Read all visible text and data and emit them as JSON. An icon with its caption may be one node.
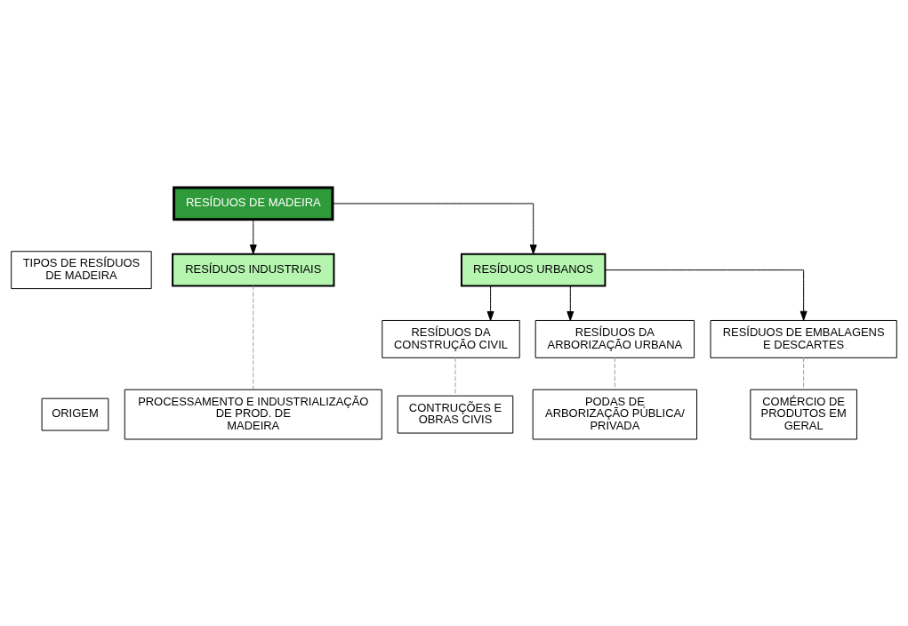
{
  "diagram": {
    "nodes": [
      {
        "text": [
          "RESÍDUOS DE MADEIRA"
        ]
      },
      {
        "text": [
          "TIPOS DE RESÍDUOS DE MADEIRA"
        ]
      },
      {
        "text": [
          "ORIGEM"
        ]
      },
      {
        "text": [
          "RESÍDUOS INDUSTRIAIS"
        ]
      },
      {
        "text": [
          "RESÍDUOS URBANOS"
        ]
      },
      {
        "text": [
          "RESÍDUOS DA CONSTRUÇÃO CIVIL"
        ]
      },
      {
        "text": [
          "RESÍDUOS DA ARBORIZAÇÃO URBANA"
        ]
      },
      {
        "text": [
          "RESÍDUOS DE EMBALAGENS E DESCARTES"
        ]
      },
      {
        "text": [
          "PROCESSAMENTO E INDUSTRIALIZAÇÃO DE PROD. DE MADEIRA"
        ]
      },
      {
        "text": [
          "CONTRUÇÕES E OBRAS CIVIS"
        ]
      },
      {
        "text": [
          "PODAS DE ARBORIZAÇÃO PÚBLICA/ PRIVADA"
        ]
      },
      {
        "text": [
          "COMÉRCIO DE PRODUTOS EM GERAL"
        ]
      }
    ],
    "edges": [
      {
        "from": 0,
        "to": 3,
        "arrow": "to"
      },
      {
        "from": 0,
        "to": 4,
        "arrow": "to"
      },
      {
        "from": 4,
        "to": 5,
        "arrow": "to"
      },
      {
        "from": 4,
        "to": 6,
        "arrow": "to"
      },
      {
        "from": 4,
        "to": 7,
        "arrow": "to"
      },
      {
        "from": 3,
        "to": 8,
        "arrow": "none",
        "style": "dashed",
        "color": "#a0a0a0"
      },
      {
        "from": 5,
        "to": 9,
        "arrow": "none",
        "style": "dashed",
        "color": "#a0a0a0"
      },
      {
        "from": 6,
        "to": 10,
        "arrow": "none",
        "style": "dashed",
        "color": "#a0a0a0"
      },
      {
        "from": 7,
        "to": 11,
        "arrow": "none",
        "style": "dashed",
        "color": "#a0a0a0"
      }
    ]
  }
}
